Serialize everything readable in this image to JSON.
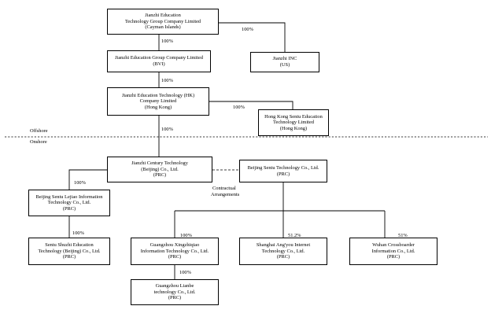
{
  "entities": {
    "jianzhi_cayman": {
      "lines": [
        "Jianzhi Education",
        "Technology Group Company Limited",
        "(Cayman Islands)"
      ]
    },
    "jianzhi_bvi": {
      "lines": [
        "Jianzhi Education Group Company Limited",
        "(BVI)"
      ]
    },
    "jianzhi_inc": {
      "lines": [
        "Jianzhi INC",
        "(US)"
      ]
    },
    "jianzhi_hk": {
      "lines": [
        "Jianzhi Education Technology (HK)",
        "Company Limited",
        "(Hong Kong)"
      ]
    },
    "hk_sentu": {
      "lines": [
        "Hong Kong Sentu Education",
        "Technology Limited",
        "(Hong Kong)"
      ]
    },
    "jianzhi_century": {
      "lines": [
        "Jianzhi Century Technology",
        "(Beijing) Co., Ltd.",
        "(PRC)"
      ]
    },
    "beijing_sentu_tech": {
      "lines": [
        "Beijing Sentu Technology Co., Ltd.",
        "(PRC)"
      ]
    },
    "beijing_sentu_lejiao": {
      "lines": [
        "Beijing Sentu Lejiao Information",
        "Technology Co., Ltd.",
        "(PRC)"
      ]
    },
    "sentu_shuzhi": {
      "lines": [
        "Sentu Shuzhi Education",
        "Technology (Beijing) Co., Ltd.",
        "(PRC)"
      ]
    },
    "guangzhou_xingzhiqiao": {
      "lines": [
        "Guangzhou Xingzhiqiao",
        "Information Technology Co., Ltd.",
        "(PRC)"
      ]
    },
    "shanghai_angyou": {
      "lines": [
        "Shanghai Ang'you Internet",
        "Technology Co., Ltd.",
        "(PRC)"
      ]
    },
    "wuhan_crossboarder": {
      "lines": [
        "Wuhan Crossboarder",
        "Information Co., Ltd.",
        "(PRC)"
      ]
    },
    "guangzhou_lianbe": {
      "lines": [
        "Guangzhou Lianbe",
        "technology Co., Ltd.",
        "(PRC)"
      ]
    }
  },
  "ownership": {
    "cayman_to_bvi": "100%",
    "cayman_to_inc": "100%",
    "bvi_to_hk": "100%",
    "hk_to_hk_sentu": "100%",
    "hk_to_century": "100%",
    "century_to_lejiao": "100%",
    "lejiao_to_shuzhi": "100%",
    "sentu_tech_to_xingzhiqiao": "100%",
    "sentu_tech_to_angyou": "51.2%",
    "sentu_tech_to_wuhan": "51%",
    "xingzhiqiao_to_lianbe": "100%"
  },
  "contractual": [
    "Contractual",
    "Arrangements"
  ],
  "regions": {
    "offshore": "Offshore",
    "onshore": "Onshore"
  }
}
